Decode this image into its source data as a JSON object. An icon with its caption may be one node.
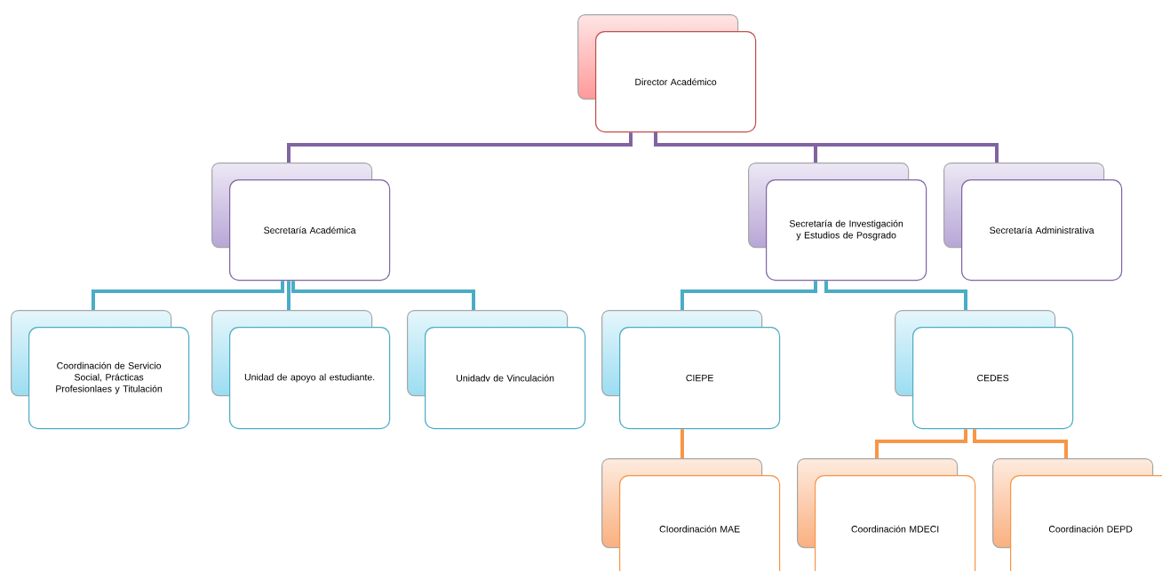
{
  "diagram": {
    "nodes": [
      {
        "text": [
          "Director Académico"
        ]
      },
      {
        "text": [
          "Secretaría Académica"
        ]
      },
      {
        "text": [
          "Secretaría de Investigación y Estudios de Posgrado"
        ]
      },
      {
        "text": [
          "Secretaría Administrativa"
        ]
      },
      {
        "text": [
          "Coordinación de Servicio Social, Prácticas Profesionlaes y Titulación"
        ]
      },
      {
        "text": [
          "Unidad de apoyo al estudiante."
        ]
      },
      {
        "text": [
          "Unidadv de Vinculación"
        ]
      },
      {
        "text": [
          "CIEPE"
        ]
      },
      {
        "text": [
          "CEDES"
        ]
      },
      {
        "text": [
          "CIoordinación MAE"
        ]
      },
      {
        "text": [
          "Coordinación MDECI"
        ]
      },
      {
        "text": [
          "Coordinación DEPD"
        ]
      }
    ],
    "edges": [
      {
        "from": 0,
        "to": 1,
        "arrow": "none",
        "color": "#8064a2"
      },
      {
        "from": 0,
        "to": 2,
        "arrow": "none",
        "color": "#8064a2"
      },
      {
        "from": 0,
        "to": 3,
        "arrow": "none",
        "color": "#8064a2"
      },
      {
        "from": 1,
        "to": 4,
        "arrow": "none",
        "color": "#4bacc6"
      },
      {
        "from": 1,
        "to": 5,
        "arrow": "none",
        "color": "#4bacc6"
      },
      {
        "from": 1,
        "to": 6,
        "arrow": "none",
        "color": "#4bacc6"
      },
      {
        "from": 2,
        "to": 7,
        "arrow": "none",
        "color": "#4bacc6"
      },
      {
        "from": 2,
        "to": 8,
        "arrow": "none",
        "color": "#4bacc6"
      },
      {
        "from": 7,
        "to": 9,
        "arrow": "none",
        "color": "#f79646"
      },
      {
        "from": 8,
        "to": 10,
        "arrow": "none",
        "color": "#f79646"
      },
      {
        "from": 8,
        "to": 11,
        "arrow": "none",
        "color": "#f79646"
      }
    ]
  }
}
